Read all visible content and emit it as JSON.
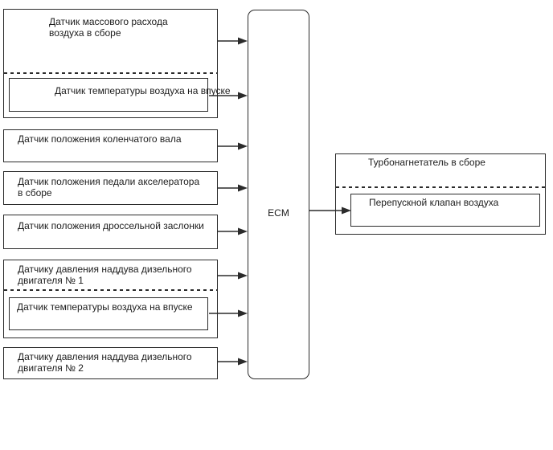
{
  "colors": {
    "background": "#ffffff",
    "line": "#2b2b2b",
    "text": "#1c1c1c"
  },
  "sensors": [
    {
      "lines": [
        "Датчик массового расхода",
        "воздуха в сборе"
      ],
      "nested": "Датчик температуры воздуха на впуске"
    },
    {
      "lines": [
        "Датчик положения коленчатого вала"
      ]
    },
    {
      "lines": [
        "Датчик положения педали акселератора",
        "в сборе"
      ]
    },
    {
      "lines": [
        "Датчик положения дроссельной заслонки"
      ]
    },
    {
      "lines": [
        "Датчику давления наддува дизельного",
        "двигателя № 1"
      ],
      "nested": "Датчик температуры воздуха на впуске"
    },
    {
      "lines": [
        "Датчику давления наддува дизельного",
        "двигателя № 2"
      ]
    }
  ],
  "ecm": {
    "label": "ECM"
  },
  "actuator": {
    "title": "Турбонагнетатель в сборе",
    "nested": "Перепускной клапан воздуха"
  }
}
